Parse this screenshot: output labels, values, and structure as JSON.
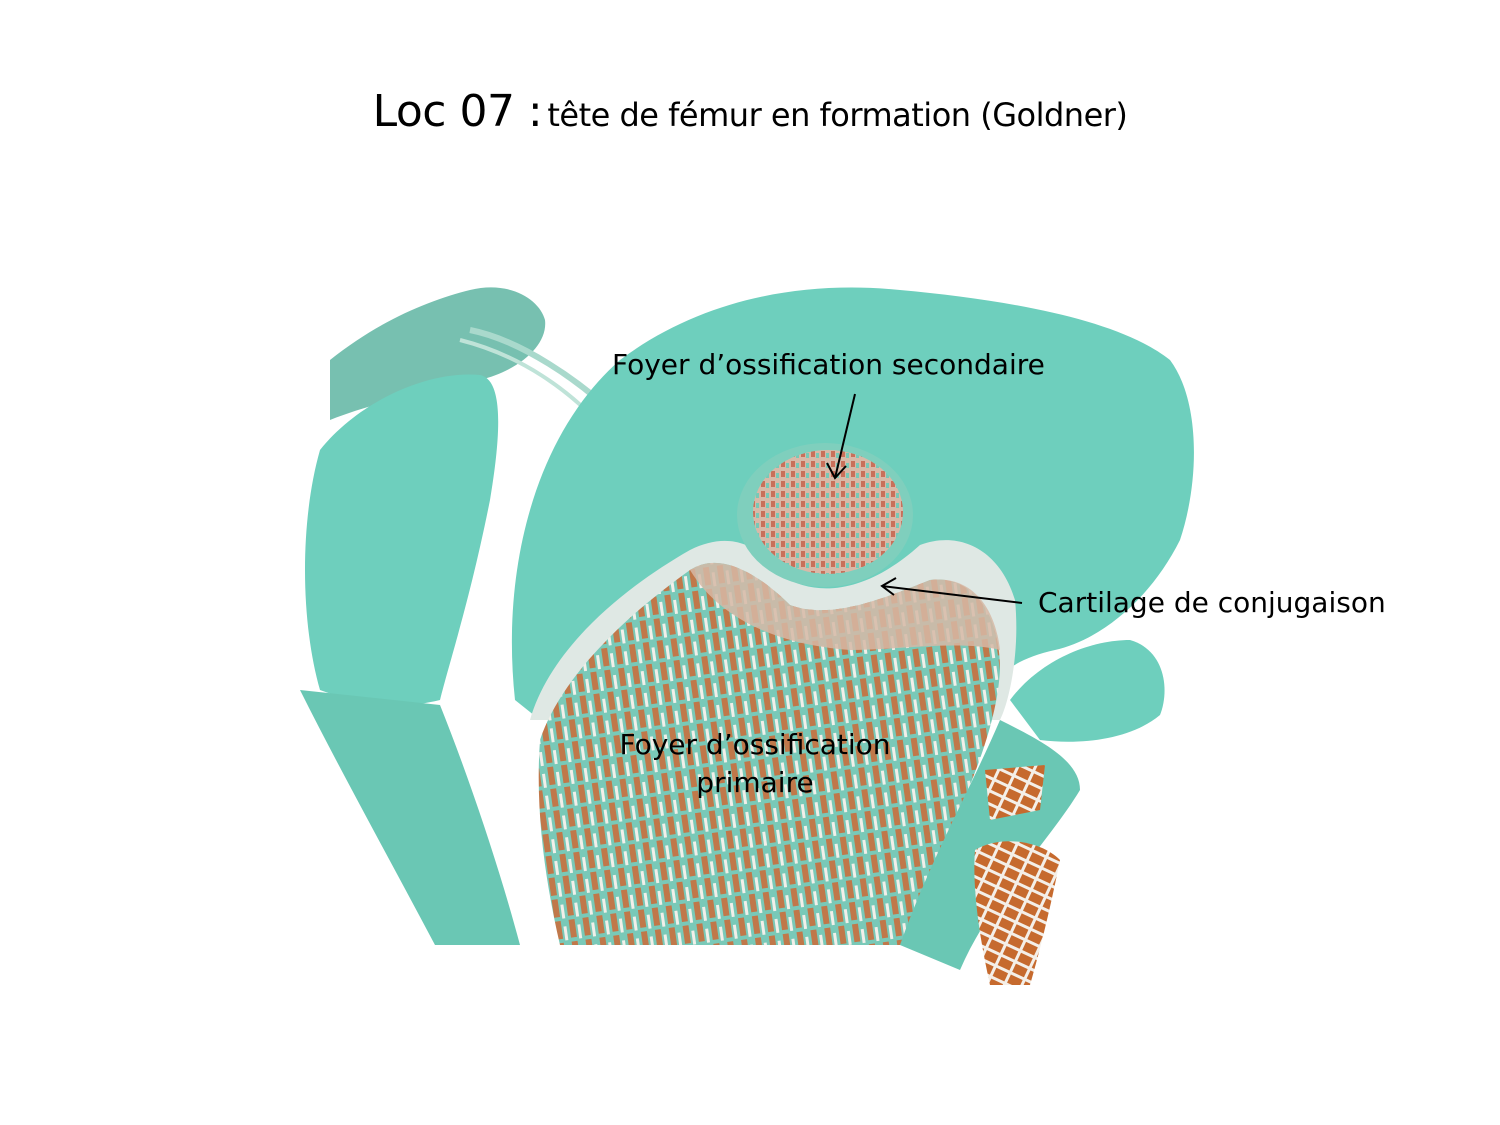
{
  "slide": {
    "title_main": "Loc 07 :",
    "title_sub": "tête de fémur en formation (Goldner)"
  },
  "figure": {
    "stain": "Goldner",
    "colors": {
      "cartilage": "#6ecfbd",
      "cartilage_dark": "#4fbfa8",
      "bone_orange": "#c0784a",
      "muscle_orange": "#c66a2e",
      "hypertrophic_zone": "#dfe8e4",
      "background": "#ffffff"
    }
  },
  "annotations": {
    "secondary_center": "Foyer d’ossification secondaire",
    "growth_plate": "Cartilage de conjugaison",
    "primary_center_line1": "Foyer d’ossification",
    "primary_center_line2": "primaire"
  }
}
